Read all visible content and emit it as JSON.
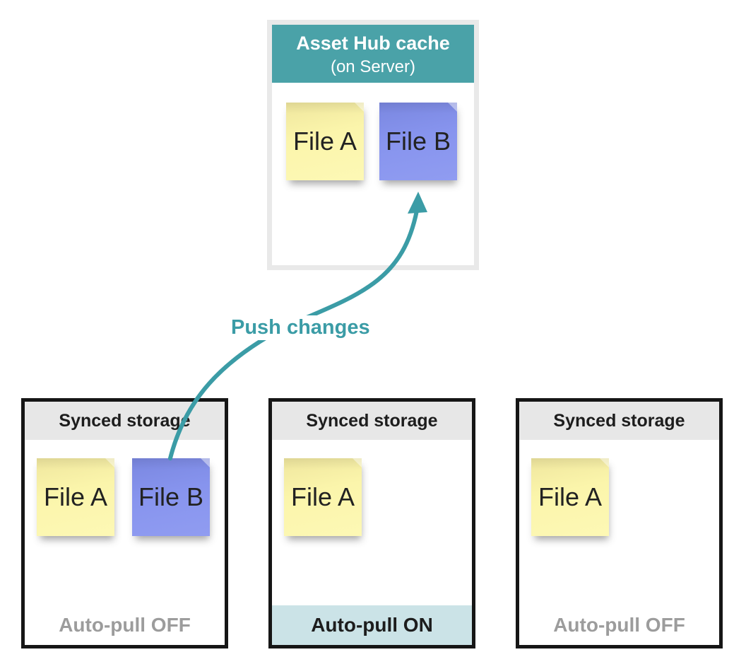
{
  "server_box": {
    "title": "Asset Hub cache",
    "subtitle": "(on Server)",
    "files": [
      {
        "label": "File A",
        "color": "yellow"
      },
      {
        "label": "File B",
        "color": "blue"
      }
    ]
  },
  "arrow_label": "Push changes",
  "clients": [
    {
      "title": "Synced storage",
      "files": [
        {
          "label": "File A",
          "color": "yellow"
        },
        {
          "label": "File B",
          "color": "blue"
        }
      ],
      "footer": "Auto-pull OFF",
      "auto_pull": "off"
    },
    {
      "title": "Synced storage",
      "files": [
        {
          "label": "File A",
          "color": "yellow"
        }
      ],
      "footer": "Auto-pull ON",
      "auto_pull": "on"
    },
    {
      "title": "Synced storage",
      "files": [
        {
          "label": "File A",
          "color": "yellow"
        }
      ],
      "footer": "Auto-pull OFF",
      "auto_pull": "off"
    }
  ],
  "colors": {
    "teal-header": "#4AA2A8",
    "teal-arrow": "#3B9CA6",
    "teal-band": "#CBE3E7",
    "note-yellow": "#FBF5AB",
    "note-blue": "#8794EE",
    "band-gray": "#E7E7E7",
    "border-light": "#E9E9E9",
    "border-dark": "#161616",
    "text-dark": "#1D1D1D",
    "text-gray": "#9C9C9C"
  }
}
